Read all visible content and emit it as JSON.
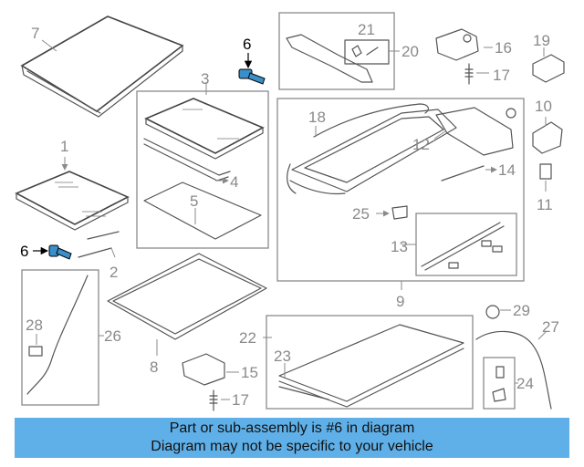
{
  "colors": {
    "highlight": "#3a8fc9",
    "banner": "#5fb0e8",
    "callout": "#8a8a8a",
    "line": "#555555"
  },
  "callouts": {
    "c1": "1",
    "c2": "2",
    "c3": "3",
    "c4": "4",
    "c5": "5",
    "c6a": "6",
    "c6b": "6",
    "c7": "7",
    "c8": "8",
    "c9": "9",
    "c10": "10",
    "c11": "11",
    "c12": "12",
    "c13": "13",
    "c14": "14",
    "c15": "15",
    "c16": "16",
    "c17a": "17",
    "c17b": "17",
    "c18": "18",
    "c19": "19",
    "c20": "20",
    "c21": "21",
    "c22": "22",
    "c23": "23",
    "c24": "24",
    "c25": "25",
    "c26": "26",
    "c27": "27",
    "c28": "28",
    "c29": "29"
  },
  "banner": {
    "line1": "Part or sub-assembly is #6 in diagram",
    "line2": "Diagram may not be specific to your vehicle"
  }
}
